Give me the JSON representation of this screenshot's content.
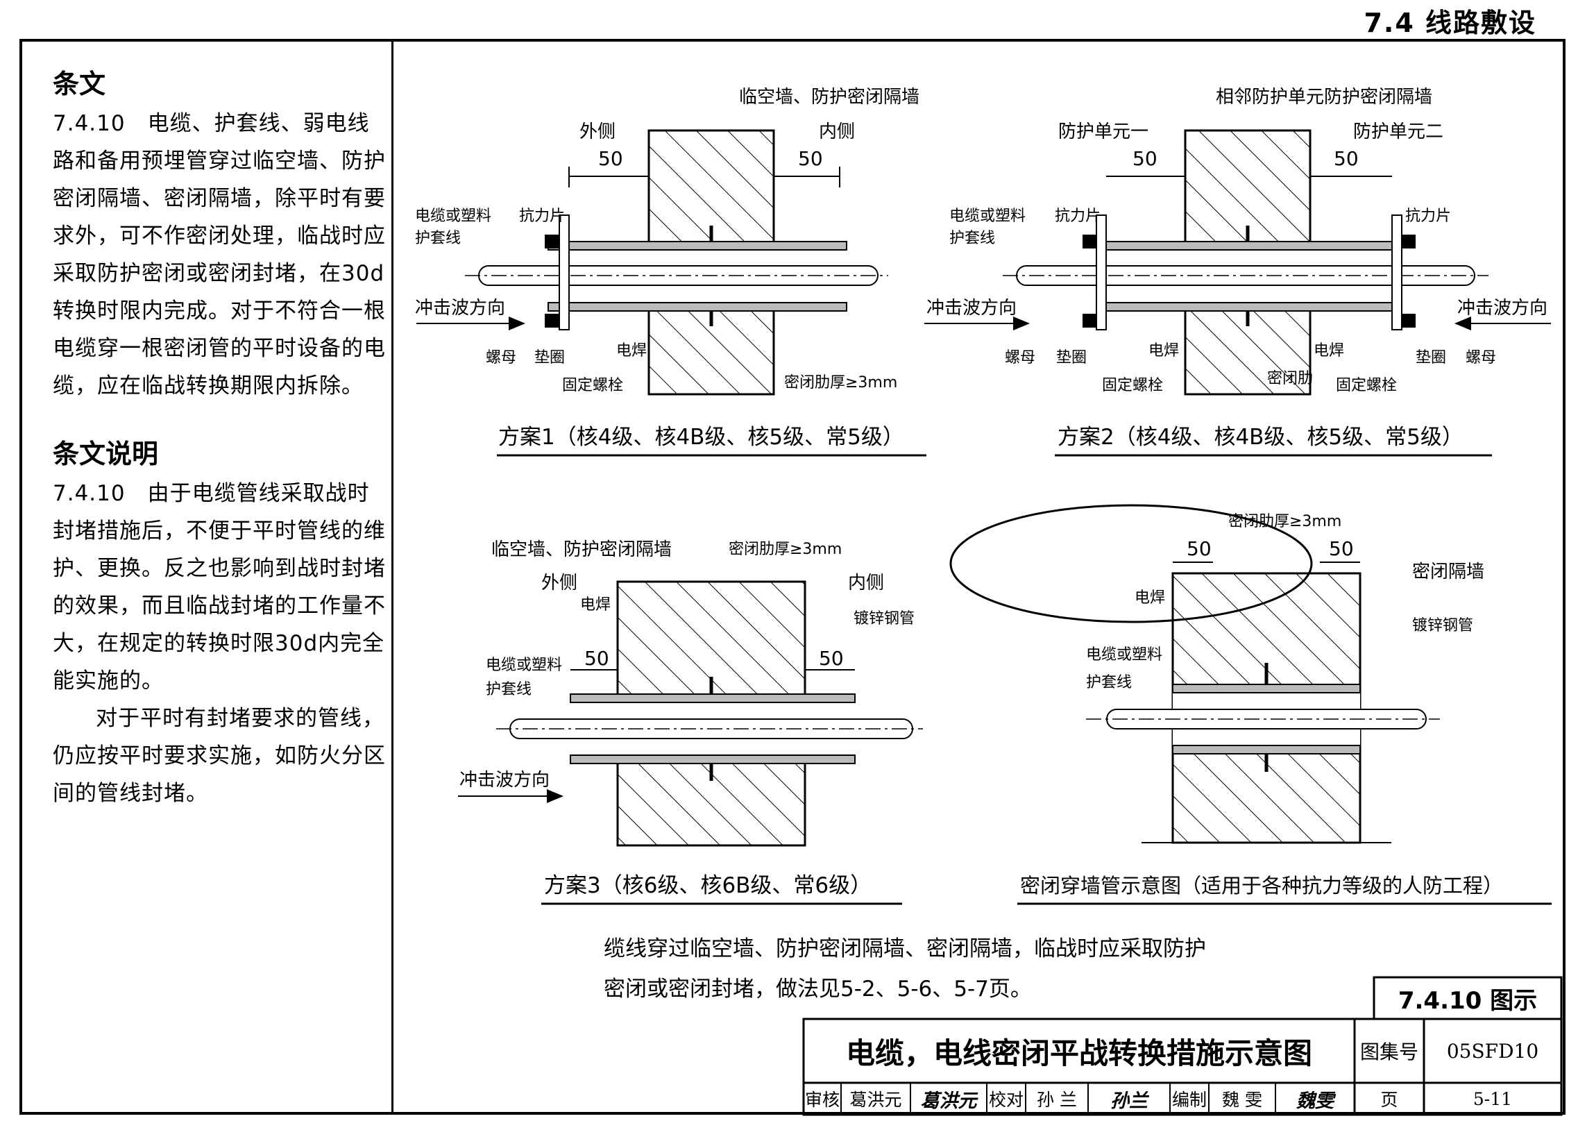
{
  "header": {
    "section": "7.4 线路敷设"
  },
  "left": {
    "heading1": "条文",
    "clause": "7.4.10　电缆、护套线、弱电线路和备用预埋管穿过临空墙、防护密闭隔墙、密闭隔墙，除平时有要求外，可不作密闭处理，临战时应采取防护密闭或密闭封堵，在30d转换时限内完成。对于不符合一根电缆穿一根密闭管的平时设备的电缆，应在临战转换期限内拆除。",
    "heading2": "条文说明",
    "explain1": "7.4.10　由于电缆管线采取战时封堵措施后，不便于平时管线的维护、更换。反之也影响到战时封堵的效果，而且临战封堵的工作量不大，在规定的转换时限30d内完全能实施的。",
    "explain2": "对于平时有封堵要求的管线，仍应按平时要求实施，如防火分区间的管线封堵。"
  },
  "fig1": {
    "wall_label": "临空墙、防护密闭隔墙",
    "outer": "外侧",
    "inner": "内侧",
    "dim_left": "50",
    "dim_right": "50",
    "cable1": "电缆或塑料",
    "cable2": "护套线",
    "flange": "抗力片",
    "wave": "冲击波方向",
    "nut": "螺母",
    "washer": "垫圈",
    "weld": "电焊",
    "bolt": "固定螺栓",
    "rib": "密闭肋厚≥3mm",
    "caption": "方案1（核4级、核4B级、核5级、常5级）"
  },
  "fig2": {
    "wall_label": "相邻防护单元防护密闭隔墙",
    "unit1": "防护单元一",
    "unit2": "防护单元二",
    "dim_left": "50",
    "dim_right": "50",
    "cable1": "电缆或塑料",
    "cable2": "护套线",
    "flange_l": "抗力片",
    "flange_r": "抗力片",
    "wave_l": "冲击波方向",
    "wave_r": "冲击波方向",
    "nut_l": "螺母",
    "washer_l": "垫圈",
    "weld_l": "电焊",
    "rib": "密闭肋",
    "weld_r": "电焊",
    "washer_r": "垫圈",
    "nut_r": "螺母",
    "bolt_l": "固定螺栓",
    "bolt_r": "固定螺栓",
    "caption": "方案2（核4级、核4B级、核5级、常5级）"
  },
  "fig3": {
    "wall_label": "临空墙、防护密闭隔墙",
    "rib": "密闭肋厚≥3mm",
    "outer": "外侧",
    "inner": "内侧",
    "weld": "电焊",
    "pipe": "镀锌钢管",
    "cable1": "电缆或塑料",
    "cable2": "护套线",
    "dim_left": "50",
    "dim_right": "50",
    "wave": "冲击波方向",
    "caption": "方案3（核6级、核6B级、常6级）"
  },
  "fig4": {
    "rib": "密闭肋厚≥3mm",
    "dim_left": "50",
    "dim_right": "50",
    "wall": "密闭隔墙",
    "weld": "电焊",
    "pipe": "镀锌钢管",
    "cable1": "电缆或塑料",
    "cable2": "护套线",
    "caption": "密闭穿墙管示意图（适用于各种抗力等级的人防工程）"
  },
  "note": {
    "line1": "缆线穿过临空墙、防护密闭隔墙、密闭隔墙，临战时应采取防护",
    "line2": "密闭或密闭封堵，做法见5-2、5-6、5-7页。"
  },
  "titleblock": {
    "figure_no": "7.4.10 图示",
    "title": "电缆，电线密闭平战转换措施示意图",
    "atlas_label": "图集号",
    "atlas_no": "05SFD10",
    "review_label": "审核",
    "reviewer": "葛洪元",
    "review_sig": "葛洪元",
    "check_label": "校对",
    "checker": "孙 兰",
    "check_sig": "孙兰",
    "design_label": "编制",
    "designer": "魏 雯",
    "design_sig": "魏雯",
    "page_label": "页",
    "page_no": "5-11"
  }
}
